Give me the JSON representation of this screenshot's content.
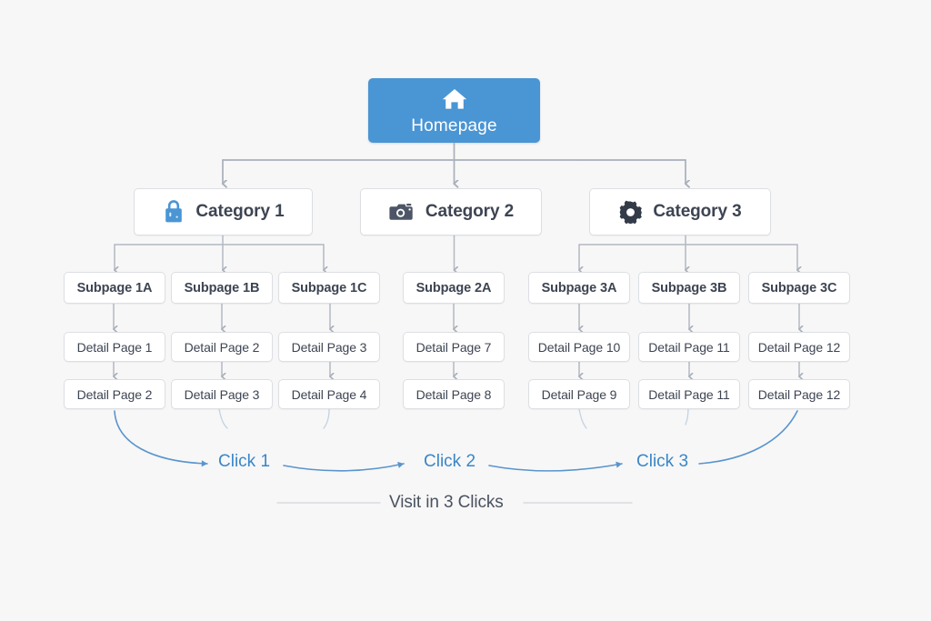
{
  "diagram": {
    "background_color": "#f7f7f7",
    "accent_color": "#4a95d4",
    "link_color": "#3a86c8",
    "text_color": "#3d4452",
    "connector_color": "#a9b0ba",
    "footer_note": "Visit in 3 Clicks",
    "root": {
      "label": "Homepage",
      "icon": "home-icon"
    },
    "categories": [
      {
        "label": "Category 1",
        "icon": "shopping-bag-icon",
        "icon_color": "#4a95d4"
      },
      {
        "label": "Category 2",
        "icon": "camera-icon",
        "icon_color": "#4d5567"
      },
      {
        "label": "Category 3",
        "icon": "gear-icon",
        "icon_color": "#333a48"
      }
    ],
    "subpages": [
      {
        "label": "Subpage 1A"
      },
      {
        "label": "Subpage 1B"
      },
      {
        "label": "Subpage 1C"
      },
      {
        "label": "Subpage 2A"
      },
      {
        "label": "Subpage 3A"
      },
      {
        "label": "Subpage 3B"
      },
      {
        "label": "Subpage 3C"
      }
    ],
    "detail_rows": [
      [
        {
          "label": "Detail Page 1"
        },
        {
          "label": "Detail Page 2"
        },
        {
          "label": "Detail Page 3"
        },
        {
          "label": "Detail Page 7"
        },
        {
          "label": "Detail Page 10"
        },
        {
          "label": "Detail Page 11"
        },
        {
          "label": "Detail Page 12"
        }
      ],
      [
        {
          "label": "Detail Page 2"
        },
        {
          "label": "Detail Page 3"
        },
        {
          "label": "Detail Page 4"
        },
        {
          "label": "Detail Page 8"
        },
        {
          "label": "Detail Page 9"
        },
        {
          "label": "Detail Page 11"
        },
        {
          "label": "Detail Page 12"
        }
      ]
    ],
    "clicks": [
      {
        "label": "Click 1"
      },
      {
        "label": "Click 2"
      },
      {
        "label": "Click 3"
      }
    ]
  }
}
